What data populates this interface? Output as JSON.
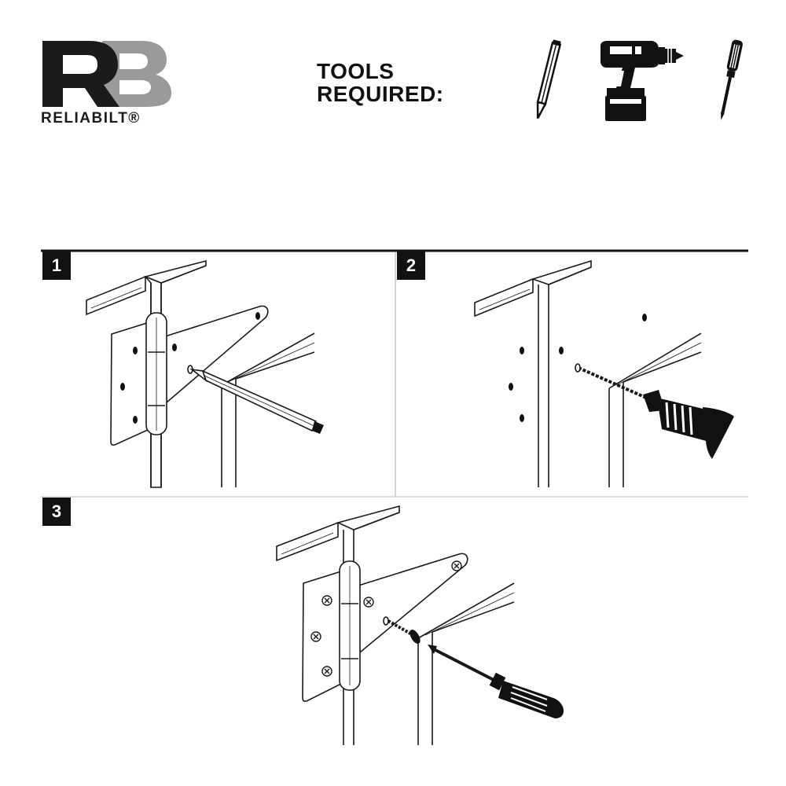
{
  "brand": {
    "logo_letters": "RB",
    "name": "RELIABILT®",
    "colors": {
      "dark": "#1b1b1b",
      "grey": "#9a9a9a"
    }
  },
  "tools": {
    "title_line1": "TOOLS",
    "title_line2": "REQUIRED:",
    "icons": [
      "pencil-icon",
      "cordless-drill-icon",
      "screwdriver-icon"
    ]
  },
  "steps": [
    {
      "number": "1",
      "illustration": "mark-holes-with-pencil"
    },
    {
      "number": "2",
      "illustration": "drill-pilot-holes"
    },
    {
      "number": "3",
      "illustration": "drive-screws-with-screwdriver"
    }
  ]
}
